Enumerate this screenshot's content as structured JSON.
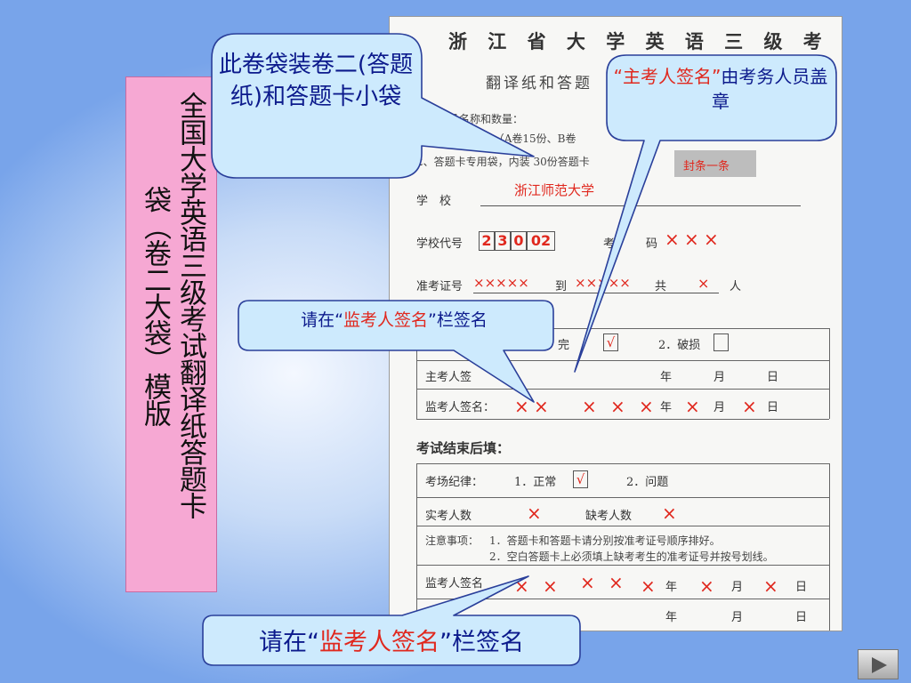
{
  "slide": {
    "title_col1": "全国大学英语三级考试翻译纸答题卡",
    "title_col2": "袋（卷二大袋）模版"
  },
  "form": {
    "title": "浙 江 省 大 学 英 语 三 级 考 试",
    "subtitle": "翻译纸和答题",
    "contents_label": "内装物品名称和数量：",
    "item1": "1、翻译纸 30份（A卷15份、B卷",
    "item2": "2、答题卡专用袋，内装 30份答题卡",
    "seal_note": "封条一条",
    "school_label": "学　校",
    "school_value": "浙江师范大学",
    "school_code_label": "学校代号",
    "school_code_digits": [
      "2",
      "3",
      "0",
      "02"
    ],
    "exam_room_label": "考",
    "exam_room_label2": "码",
    "id_label": "准考证号",
    "id_from": "×××××",
    "id_to_label": "到",
    "id_to": "×××××",
    "total_label": "共",
    "total_value": "×",
    "total_unit": "人",
    "status_complete": "．完",
    "status_complete_mark": "√",
    "status_damaged": "2．破损",
    "chief_sign_label": "主考人签",
    "proctor_sign_label": "监考人签名：",
    "year": "年",
    "month": "月",
    "day": "日",
    "after_exam_label": "考试结束后填：",
    "discipline_label": "考场纪律：",
    "discipline_normal": "1．正常",
    "discipline_mark": "√",
    "discipline_problem": "2．问题",
    "actual_label": "实考人数",
    "absent_label": "缺考人数",
    "notes_label": "注意事项：",
    "note1": "1．答题卡和答题卡请分别按准考证号顺序排好。",
    "note2": "2．空白答题卡上必须填上缺考考生的准考证号并按号划线。",
    "proctor_sign_label2": "监考人签名",
    "cross": "×"
  },
  "callouts": {
    "c1": "此卷袋装卷二(答题纸)和答题卡小袋",
    "c2_q_open": "“",
    "c2_red": "主考人签名",
    "c2_q_close": "”",
    "c2_rest": "由考务人员盖章",
    "c3_pre": "请在“",
    "c3_red": "监考人签名",
    "c3_post": "”栏签名",
    "c4_pre": "请在“",
    "c4_red": "监考人签名",
    "c4_post": "”栏签名"
  },
  "colors": {
    "accent_red": "#e0281e",
    "callout_text": "#0c1a8c",
    "callout_fill": "#cdeafd",
    "title_box": "#f6a8d3"
  },
  "icons": {
    "play": "play-triangle-icon"
  }
}
